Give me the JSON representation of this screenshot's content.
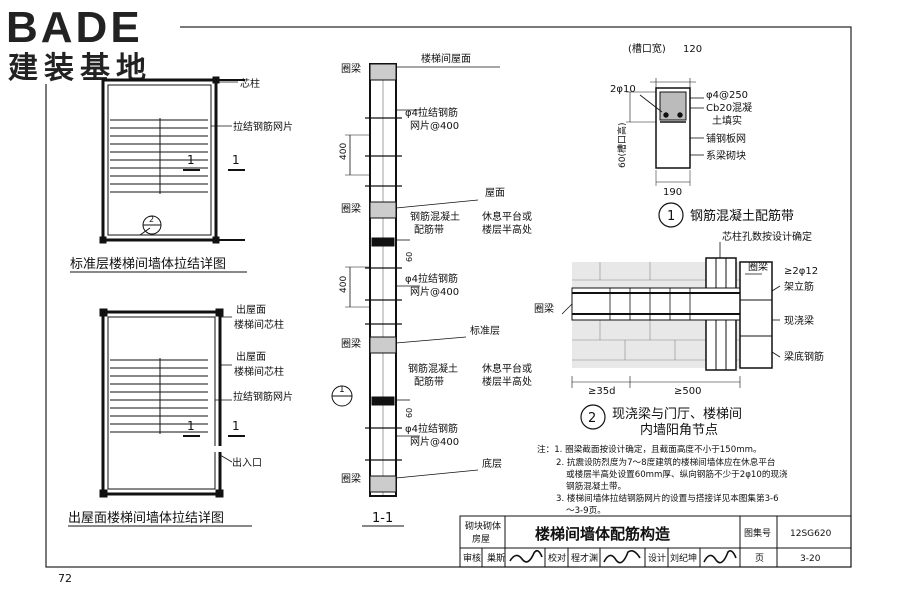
{
  "logo": {
    "brand": "BADE",
    "subtitle": "建装基地"
  },
  "page_number": "72",
  "top_plan": {
    "labels": {
      "core_column": "芯柱",
      "tie_mesh": "拉结钢筋网片",
      "section_mark": "1",
      "detail_callout": "2"
    },
    "caption": "标准层楼梯间墙体拉结详图"
  },
  "bottom_plan": {
    "labels": {
      "roof_core_1a": "出屋面",
      "roof_core_1b": "楼梯间芯柱",
      "roof_core_2a": "出屋面",
      "roof_core_2b": "楼梯间芯柱",
      "tie_mesh": "拉结钢筋网片",
      "section_mark": "1",
      "entrance": "出入口"
    },
    "caption": "出屋面楼梯间墙体拉结详图"
  },
  "section": {
    "labels": {
      "roof_of_stair": "楼梯间屋面",
      "ring_beam_1": "圈梁",
      "mesh_1a": "φ4拉结钢筋",
      "mesh_1b": "网片@400",
      "dim_400_1": "400",
      "roof": "屋面",
      "ring_beam_2": "圈梁",
      "rc_band_1a": "钢筋混凝土",
      "rc_band_1b": "配筋带",
      "rest_1a": "休息平台或",
      "rest_1b": "楼层半高处",
      "dim_60_1": "60",
      "mesh_2a": "φ4拉结钢筋",
      "mesh_2b": "网片@400",
      "dim_400_2": "400",
      "standard_floor": "标准层",
      "ring_beam_3": "圈梁",
      "rc_band_2a": "钢筋混凝土",
      "rc_band_2b": "配筋带",
      "rest_2a": "休息平台或",
      "rest_2b": "楼层半高处",
      "dim_60_2": "60",
      "callout_num": "1",
      "mesh_3a": "φ4拉结钢筋",
      "mesh_3b": "网片@400",
      "ring_beam_4": "圈梁",
      "ground_floor": "底层"
    },
    "caption": "1-1"
  },
  "detail1": {
    "labels": {
      "slot_width": "(槽口宽)",
      "dim_120": "120",
      "bars": "2φ10",
      "stirrup": "φ4@250",
      "concrete_a": "Cb20混凝",
      "concrete_b": "土填实",
      "mesh": "铺钢板网",
      "block": "系梁砌块",
      "slot_height": "60(槽口高)",
      "dim_190": "190"
    },
    "number": "1",
    "caption": "钢筋混凝土配筋带"
  },
  "detail2": {
    "labels": {
      "core_note": "芯柱孔数按设计确定",
      "ring_beam": "圈梁",
      "ring_beam_left": "圈梁",
      "bars": "≥2φ12",
      "erect_bar": "架立筋",
      "cast_beam": "现浇梁",
      "beam_bottom": "梁底钢筋",
      "dim_35d": "≥35d",
      "dim_500": "≥500"
    },
    "number": "2",
    "caption_1": "现浇梁与门厅、楼梯间",
    "caption_2": "内墙阳角节点"
  },
  "notes": [
    "注：1. 圈梁截面按设计确定，且截面高度不小于150mm。",
    "2. 抗震设防烈度为7～8度建筑的楼梯间墙体应在休息平台",
    "或楼层半高处设置60mm厚、纵向钢筋不少于2φ10的现浇",
    "钢筋混凝土带。",
    "3. 楼梯间墙体拉结钢筋网片的设置与搭接详见本图集第3-6",
    "～3-9页。"
  ],
  "title_block": {
    "category_1": "砌块砌体",
    "category_2": "房屋",
    "title": "楼梯间墙体配筋构造",
    "atlas_label": "图集号",
    "atlas_no": "12SG620",
    "review_label": "审核",
    "reviewer": "巢斯",
    "check_label": "校对",
    "checker": "程才渊",
    "design_label": "设计",
    "designer": "刘纪坤",
    "page_label": "页",
    "page_no": "3-20"
  }
}
